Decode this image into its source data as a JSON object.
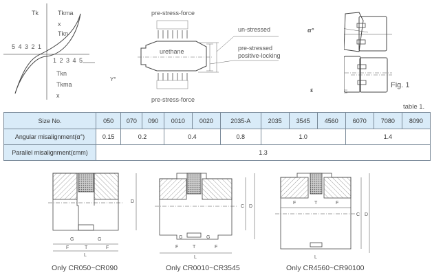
{
  "graph": {
    "y_axis": "Tk",
    "x_axis": "Y°",
    "labels_top": [
      "Tkma",
      "x",
      "Tkn"
    ],
    "labels_bottom": [
      "Tkn",
      "Tkma",
      "x"
    ],
    "neg_ticks": "5 4 3 2 1",
    "pos_ticks": "1 2 3 4 5"
  },
  "stress": {
    "top_force": "pre-stress-force",
    "bottom_force": "pre-stress-force",
    "material": "urethane",
    "unstressed": "un-stressed",
    "prestressed_1": "pre-stressed",
    "prestressed_2": "positive-locking"
  },
  "fig": {
    "alpha": "α°",
    "epsilon": "ε",
    "caption": "Fig. 1"
  },
  "table": {
    "caption": "table 1.",
    "header_label": "Size No.",
    "sizes": [
      "050",
      "070",
      "090",
      "0010",
      "0020",
      "2035-A",
      "2035",
      "3545",
      "4560",
      "6070",
      "7080",
      "8090"
    ],
    "angular_label": "Angular misalignment(α°)",
    "angular": [
      {
        "v": "0.15",
        "span": 1
      },
      {
        "v": "0.2",
        "span": 2
      },
      {
        "v": "0.4",
        "span": 2
      },
      {
        "v": "0.8",
        "span": 1
      },
      {
        "v": "1.0",
        "span": 3
      },
      {
        "v": "1.4",
        "span": 3
      }
    ],
    "parallel_label": "Parallel misalignment(εmm)",
    "parallel": "1.3"
  },
  "drawings": [
    {
      "caption": "Only CR050~CR090",
      "dims": {
        "G": "G",
        "F": "F",
        "T": "T",
        "L": "L",
        "D": "D"
      }
    },
    {
      "caption": "Only CR0010~CR3545",
      "dims": {
        "G": "G",
        "F": "F",
        "T": "T",
        "L": "L",
        "C": "C",
        "D": "D"
      }
    },
    {
      "caption": "Only CR4560~CR90100",
      "dims": {
        "F": "F",
        "T": "T",
        "L": "L",
        "C": "C",
        "D": "D"
      }
    }
  ]
}
